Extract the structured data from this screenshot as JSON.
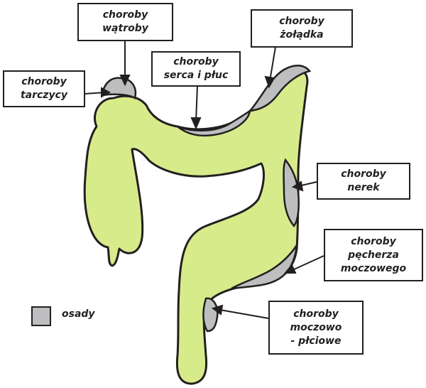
{
  "labels": {
    "watroby": [
      "choroby",
      "wątroby"
    ],
    "tarczycy": [
      "choroby",
      "tarczycy"
    ],
    "serca": [
      "choroby",
      "serca i płuc"
    ],
    "zoladka": [
      "choroby",
      "żołądka"
    ],
    "nerek": [
      "choroby",
      "nerek"
    ],
    "pecherza": [
      "choroby",
      "pęcherza",
      "moczowego"
    ],
    "moczowo": [
      "choroby",
      "moczowo",
      "- płciowe"
    ]
  },
  "legend": {
    "label": "osady"
  },
  "colors": {
    "colon": "#d8eb8a",
    "deposit": "#bcbec0",
    "outline": "#231f20"
  }
}
